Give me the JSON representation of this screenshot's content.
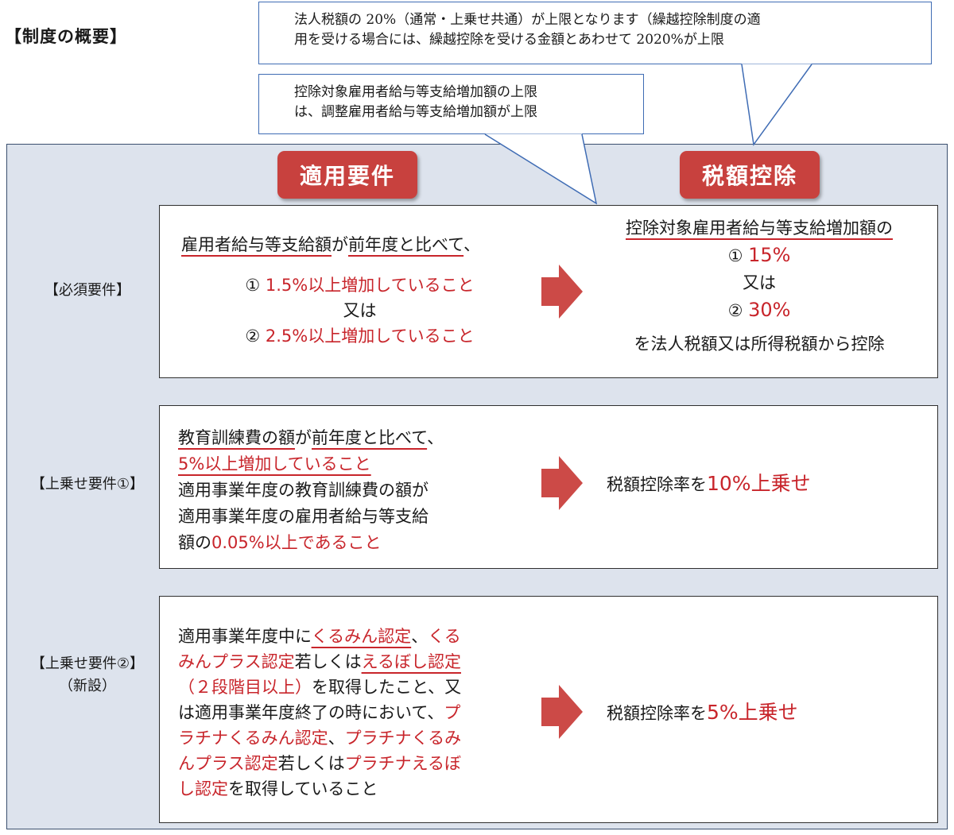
{
  "page_title": "【制度の概要】",
  "callouts": {
    "top_line1": "法人税額の 20%（通常・上乗せ共通）が上限となります（繰越控除制度の適",
    "top_line2": "用を受ける場合には、繰越控除を受ける金額とあわせて 2020%が上限",
    "mid_line1": "控除対象雇用者給与等支給増加額の上限",
    "mid_line2": "は、調整雇用者給与等支給増加額が上限"
  },
  "headers": {
    "requirements": "適用要件",
    "tax_credit": "税額控除"
  },
  "rows": {
    "mandatory": {
      "label": "【必須要件】",
      "cond_a": "雇用者給与等支給額",
      "cond_b": "が",
      "cond_c": "前年度と比べて",
      "cond_d": "、",
      "opt1_num": "①",
      "opt1_text": "1.5%以上増加していること",
      "or": "又は",
      "opt2_num": "②",
      "opt2_text": "2.5%以上増加していること",
      "credit_head": "控除対象雇用者給与等支給増加額の",
      "credit1_num": "①",
      "credit1_val": "15%",
      "credit_or": "又は",
      "credit2_num": "②",
      "credit2_val": "30%",
      "credit_tail": "を法人税額又は所得税額から控除"
    },
    "addon1": {
      "label": "【上乗せ要件①】",
      "l1a": "教育訓練費の額",
      "l1b": "が",
      "l1c": "前年度と比べて",
      "l1d": "、",
      "l2": "5%以上増加していること",
      "l3": "適用事業年度の教育訓練費の額が",
      "l4": "適用事業年度の雇用者給与等支給",
      "l5a": "額の",
      "l5b": "0.05%以上であること",
      "credit_a": "税額控除率を",
      "credit_b": "10%上乗せ"
    },
    "addon2": {
      "label": "【上乗せ要件②】",
      "sublabel": "（新設）",
      "l1a": "適用事業年度中に",
      "l1b": "くるみん認定",
      "l1c": "、",
      "l1d": "くる",
      "l2a": "みんプラス認定",
      "l2b": "若しくは",
      "l2c": "えるぼし認定",
      "l3a": "（２段階目以上）",
      "l3b": "を取得したこと、又",
      "l4a": "は適用事業年度終了の時において、",
      "l4b": "プ",
      "l5a": "ラチナくるみん認定",
      "l5b": "、",
      "l5c": "プラチナくるみ",
      "l6a": "んプラス認定",
      "l6b": "若しくは",
      "l6c": "プラチナえるぼ",
      "l7a": "し認定",
      "l7b": "を取得していること",
      "credit_a": "税額控除率を",
      "credit_b": "5%上乗せ"
    }
  },
  "colors": {
    "accent_red": "#c8252b",
    "badge_red": "#c8413e",
    "panel_bg": "#dde3ed",
    "callout_border": "#3f6cb4",
    "arrow_red": "#cc4a47"
  },
  "icons": [
    "right-arrow-icon"
  ]
}
